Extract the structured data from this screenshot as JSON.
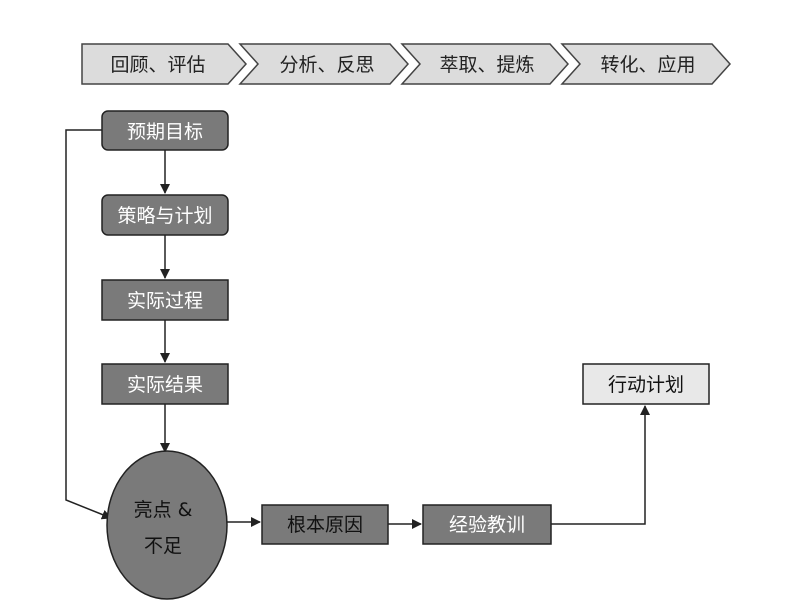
{
  "phases": [
    {
      "label": "回顾、评估"
    },
    {
      "label": "分析、反思"
    },
    {
      "label": "萃取、提炼"
    },
    {
      "label": "转化、应用"
    }
  ],
  "steps": {
    "goal": "预期目标",
    "strategy": "策略与计划",
    "process": "实际过程",
    "result": "实际结果",
    "highlights_line1": "亮点 &",
    "highlights_line2": "不足",
    "root_cause": "根本原因",
    "lessons": "经验教训",
    "action_plan": "行动计划"
  },
  "colors": {
    "chevron_fill": "#dcdcdc",
    "chevron_stroke": "#444444",
    "box_fill": "#7a7a7a",
    "box_stroke": "#222222",
    "box_light_fill": "#e8e8e8",
    "arrow": "#222222"
  }
}
